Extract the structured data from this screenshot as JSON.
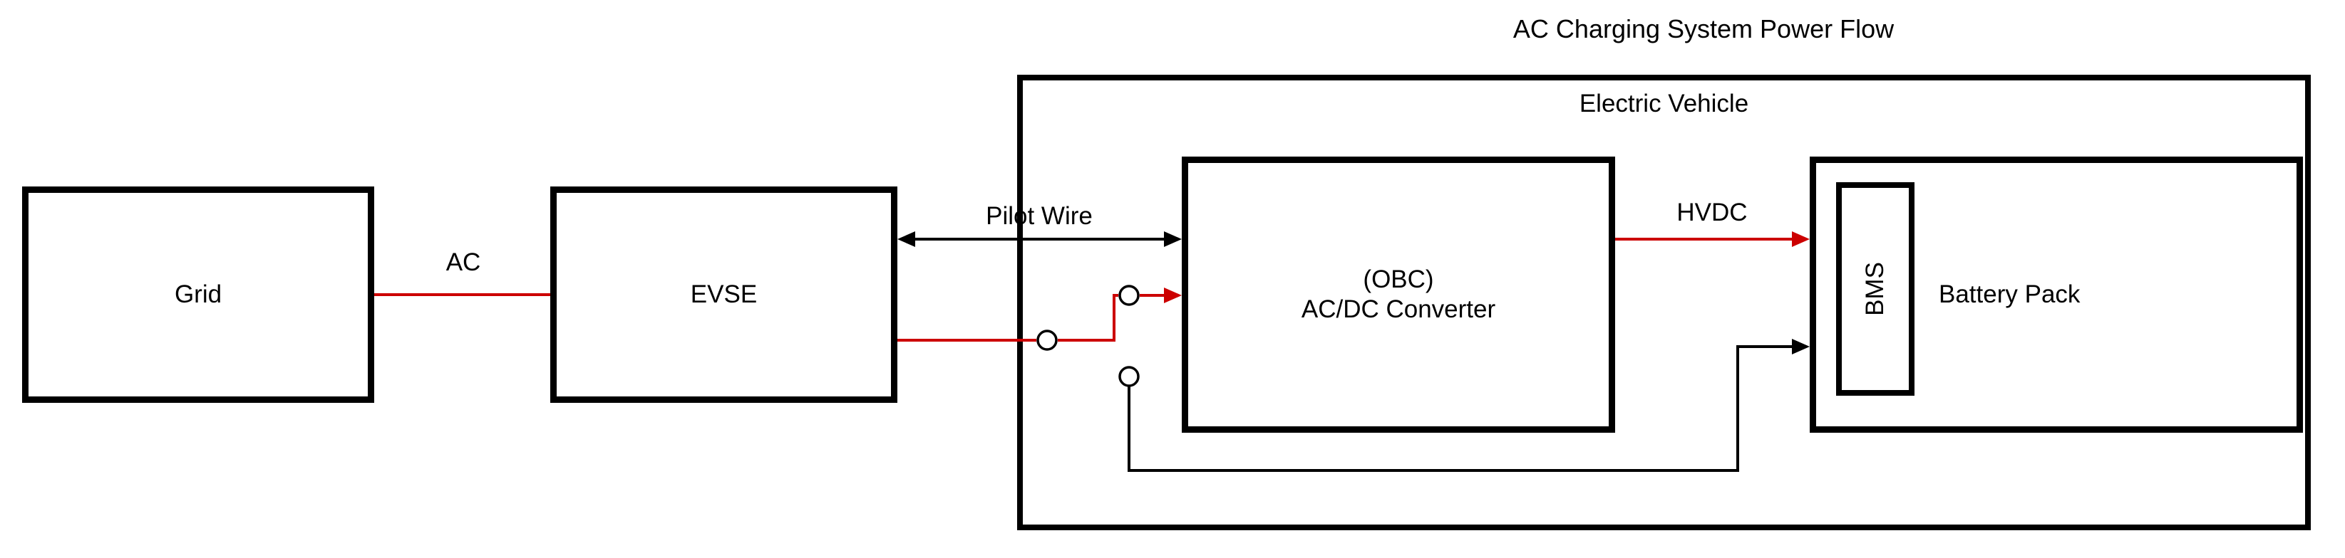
{
  "diagram": {
    "title": "AC Charging System Power Flow"
  },
  "colors": {
    "wire-red": "#cc0000",
    "wire-black": "#000000",
    "border": "#000000",
    "background": "#ffffff",
    "text": "#000000"
  },
  "boxes": {
    "grid": {
      "label": "Grid"
    },
    "evse": {
      "label": "EVSE"
    },
    "ev": {
      "label": "Electric Vehicle"
    },
    "obc": {
      "line1": "(OBC)",
      "line2": "AC/DC Converter"
    },
    "bms": {
      "label": "BMS"
    },
    "battery": {
      "label": "Battery Pack"
    }
  },
  "wires": {
    "ac": {
      "label": "AC",
      "color": "#cc0000"
    },
    "pilot": {
      "label": "Pilot Wire",
      "color": "#000000"
    },
    "hvdc": {
      "label": "HVDC",
      "color": "#cc0000"
    }
  }
}
